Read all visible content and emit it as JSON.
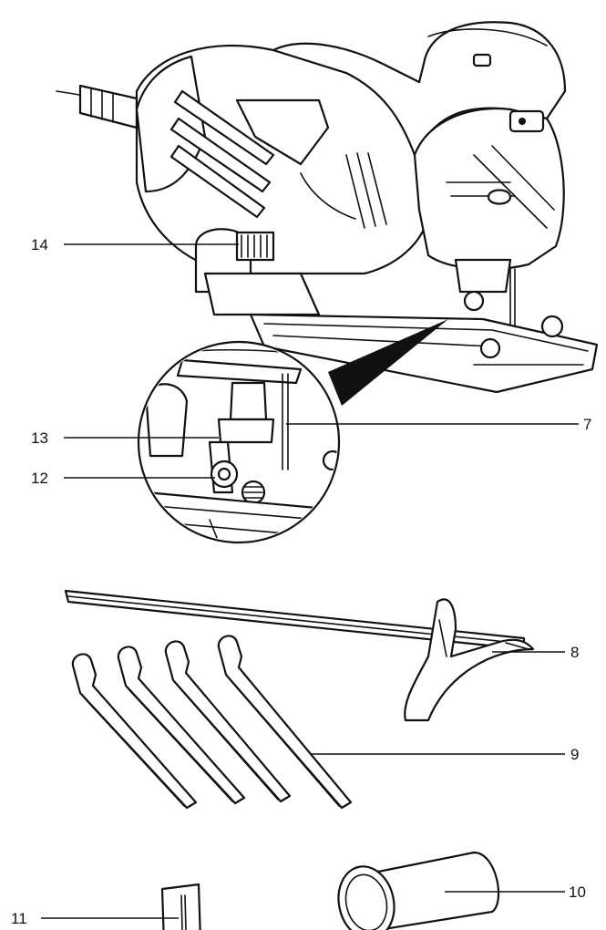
{
  "callouts": [
    {
      "id": "7",
      "label": "7"
    },
    {
      "id": "8",
      "label": "8"
    },
    {
      "id": "9",
      "label": "9"
    },
    {
      "id": "10",
      "label": "10"
    },
    {
      "id": "11",
      "label": "11"
    },
    {
      "id": "12",
      "label": "12"
    },
    {
      "id": "13",
      "label": "13"
    },
    {
      "id": "14",
      "label": "14"
    }
  ]
}
